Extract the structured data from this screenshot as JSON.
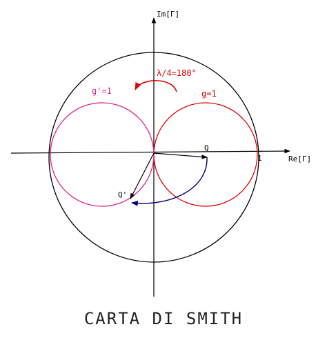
{
  "diagram": {
    "title": "CARTA DI SMITH",
    "axis_imag_label": "Im[Γ]",
    "axis_real_label": "Re[Γ]",
    "unit_label": "1",
    "circle_g_label": "g=1",
    "circle_g_prime_label": "g'=1",
    "rotation_label": "λ/4=180°",
    "point_q_label": "Q",
    "point_q_prime_label": "Q'"
  },
  "colors": {
    "outline": "#000000",
    "g_circle": "#e00000",
    "g_prime_circle": "#e0208a",
    "rotation_arrow": "#e00000",
    "path_arc": "#00007a",
    "vectors": "#000000"
  }
}
